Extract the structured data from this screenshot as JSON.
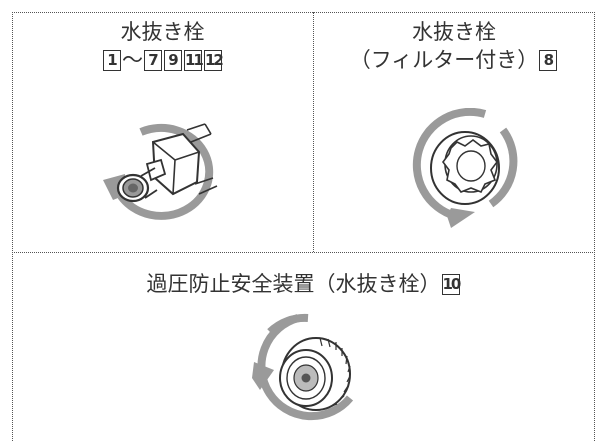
{
  "panels": {
    "left": {
      "title": "水抜き栓",
      "numbers": {
        "n1": "1",
        "sep": "～",
        "n7": "7",
        "n9": "9",
        "n11": "11",
        "n12": "12"
      }
    },
    "right": {
      "title": "水抜き栓",
      "subtitle": "（フィルター付き）",
      "numbers": {
        "n8": "8"
      }
    },
    "bottom": {
      "title": "過圧防止安全装置（水抜き栓）",
      "numbers": {
        "n10": "10"
      }
    }
  },
  "colors": {
    "arrow": "#9a9a9a",
    "line": "#333333",
    "divider": "#555555"
  }
}
